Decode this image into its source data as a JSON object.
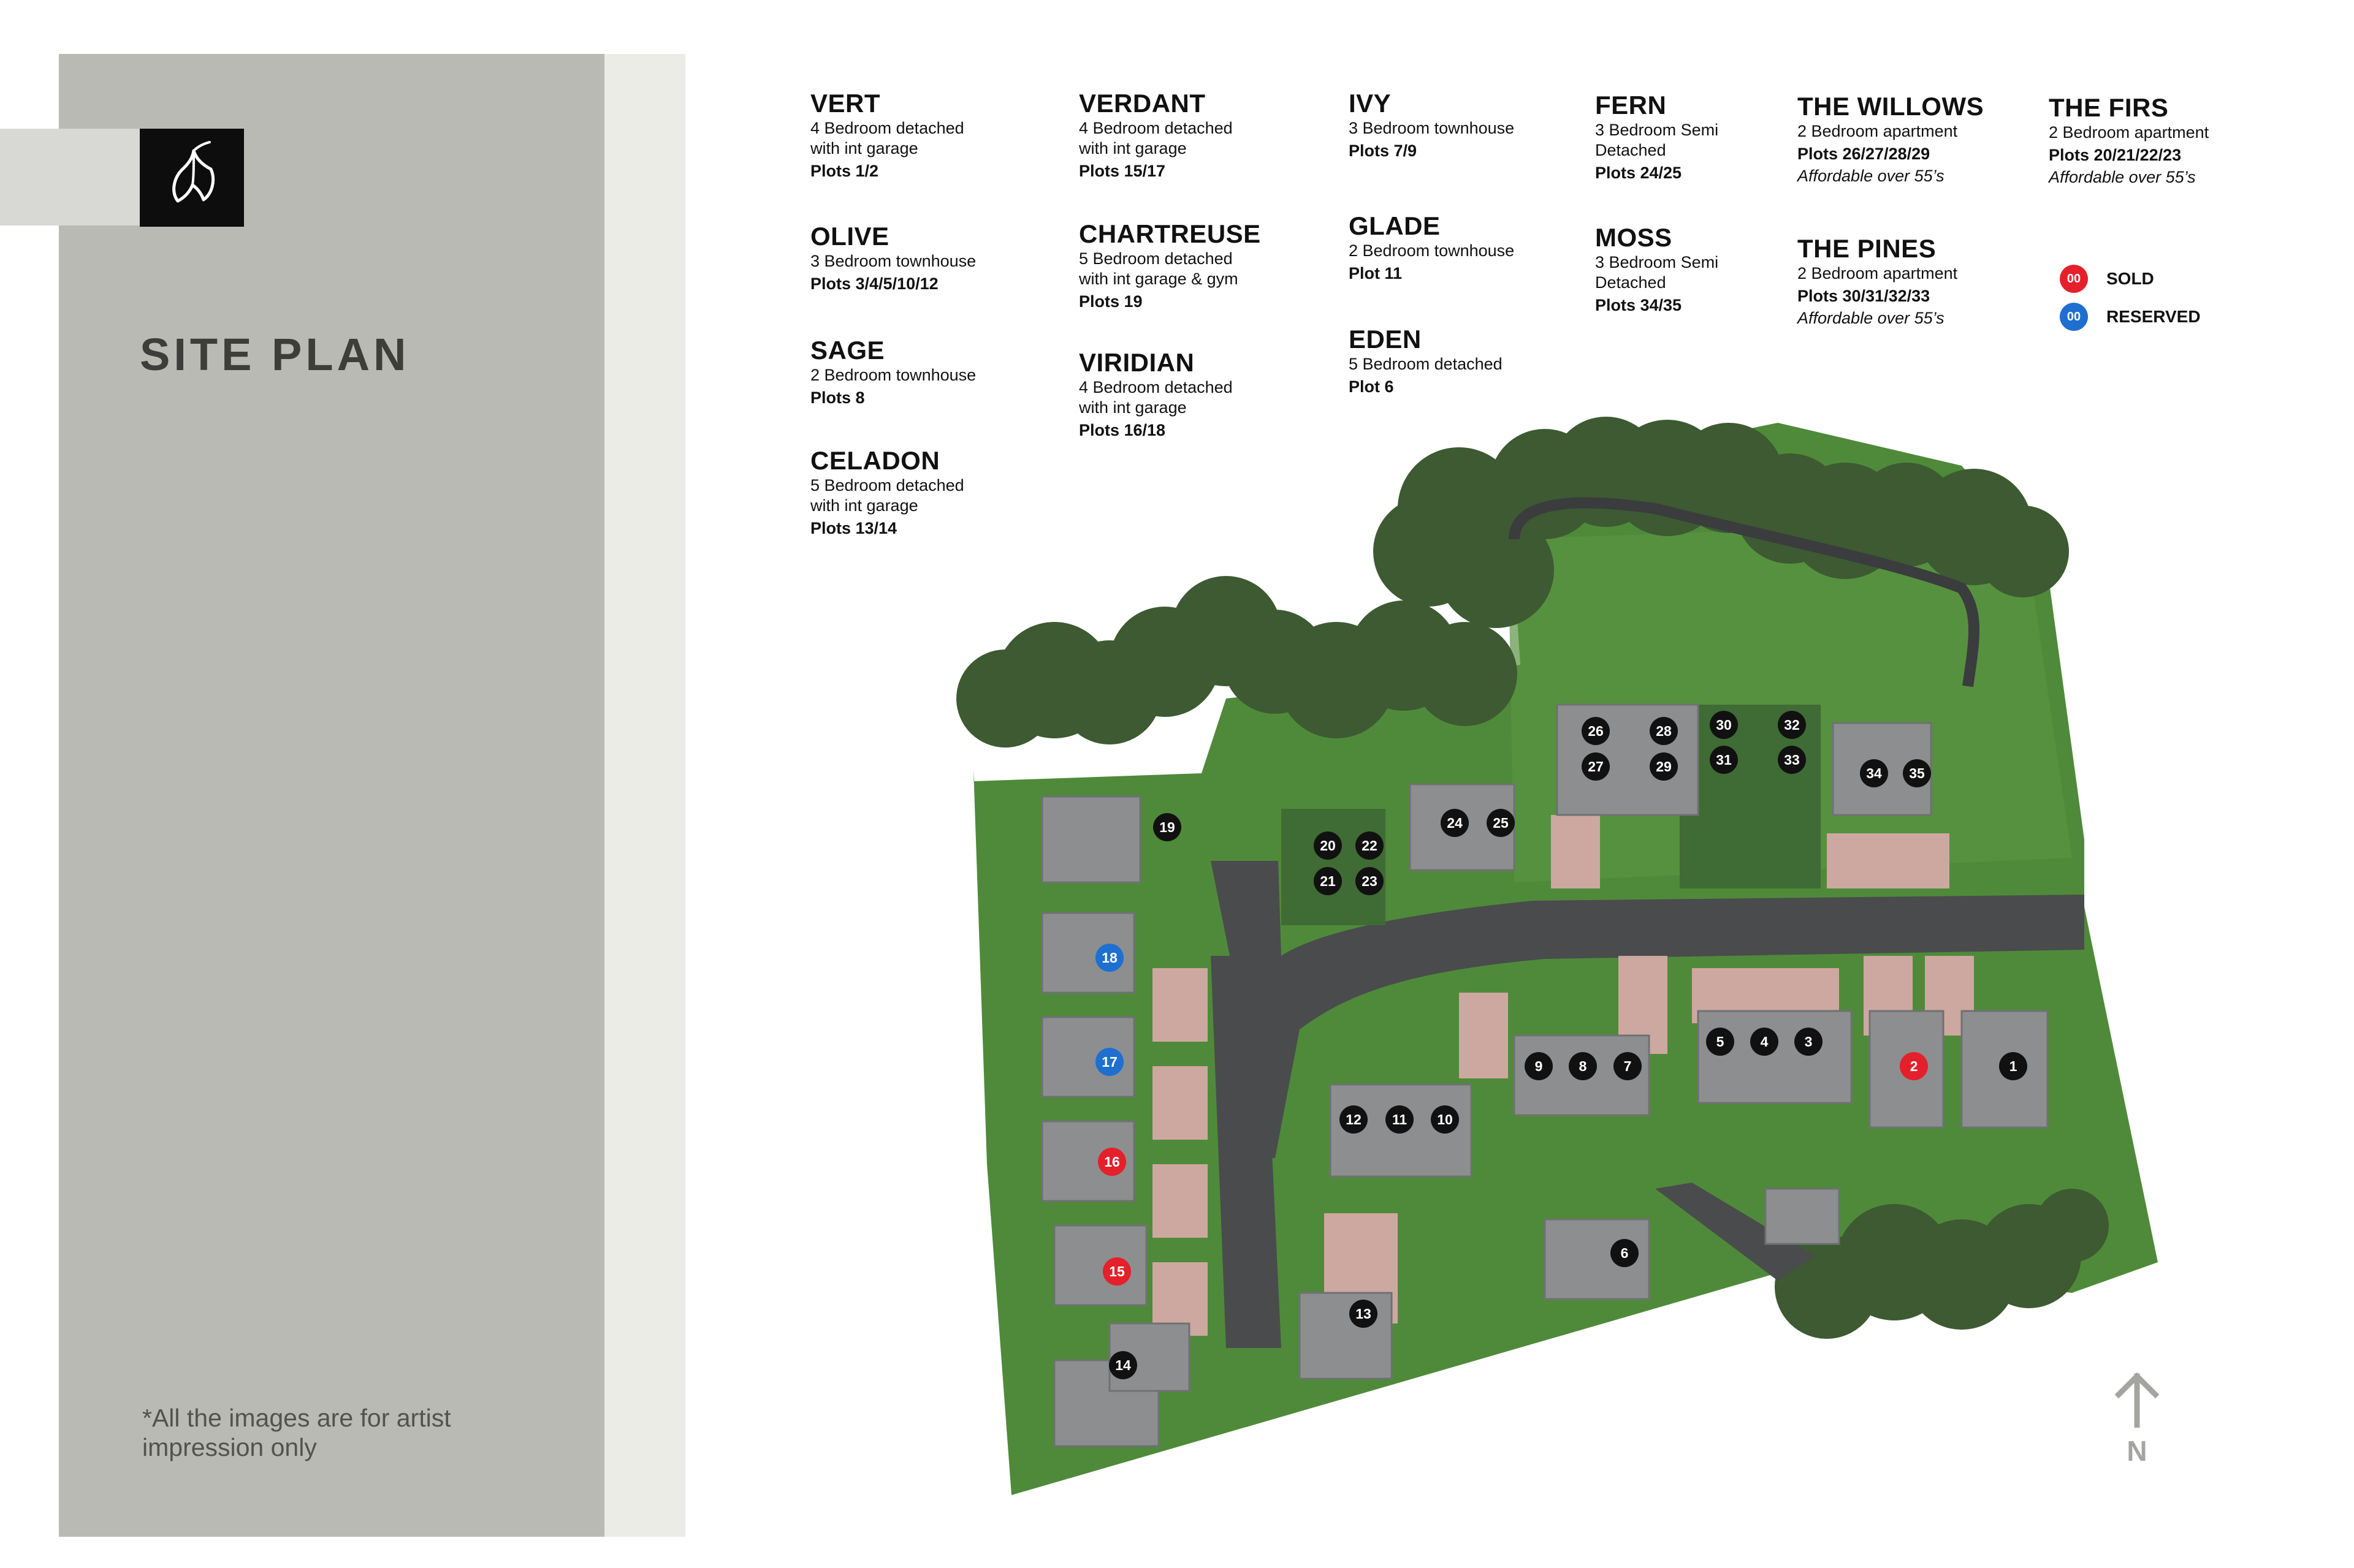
{
  "page": {
    "title": "SITE PLAN",
    "disclaimer": "*All the images are for artist impression only",
    "north_label": "N"
  },
  "house_types": [
    {
      "name": "VERT",
      "desc": [
        "4 Bedroom detached",
        "with int garage"
      ],
      "plots": "Plots 1/2",
      "note": ""
    },
    {
      "name": "OLIVE",
      "desc": [
        "3 Bedroom townhouse"
      ],
      "plots": "Plots 3/4/5/10/12",
      "note": ""
    },
    {
      "name": "SAGE",
      "desc": [
        "2 Bedroom townhouse"
      ],
      "plots": "Plots 8",
      "note": ""
    },
    {
      "name": "CELADON",
      "desc": [
        "5 Bedroom detached",
        "with int garage"
      ],
      "plots": "Plots 13/14",
      "note": ""
    },
    {
      "name": "VERDANT",
      "desc": [
        "4 Bedroom detached",
        "with int garage"
      ],
      "plots": "Plots 15/17",
      "note": ""
    },
    {
      "name": "CHARTREUSE",
      "desc": [
        "5 Bedroom detached",
        "with int garage & gym"
      ],
      "plots": "Plots 19",
      "note": ""
    },
    {
      "name": "VIRIDIAN",
      "desc": [
        "4 Bedroom detached",
        "with int garage"
      ],
      "plots": "Plots 16/18",
      "note": ""
    },
    {
      "name": "IVY",
      "desc": [
        "3 Bedroom townhouse"
      ],
      "plots": "Plots 7/9",
      "note": ""
    },
    {
      "name": "GLADE",
      "desc": [
        "2 Bedroom townhouse"
      ],
      "plots": "Plot 11",
      "note": ""
    },
    {
      "name": "EDEN",
      "desc": [
        "5 Bedroom detached"
      ],
      "plots": "Plot 6",
      "note": ""
    },
    {
      "name": "FERN",
      "desc": [
        "3 Bedroom Semi",
        "Detached"
      ],
      "plots": "Plots 24/25",
      "note": ""
    },
    {
      "name": "MOSS",
      "desc": [
        "3 Bedroom Semi",
        "Detached"
      ],
      "plots": "Plots 34/35",
      "note": ""
    },
    {
      "name": "THE WILLOWS",
      "desc": [
        "2 Bedroom apartment"
      ],
      "plots": "Plots 26/27/28/29",
      "note": "Affordable over 55’s"
    },
    {
      "name": "THE PINES",
      "desc": [
        "2 Bedroom apartment"
      ],
      "plots": "Plots 30/31/32/33",
      "note": "Affordable over 55’s"
    },
    {
      "name": "THE FIRS",
      "desc": [
        "2 Bedroom apartment"
      ],
      "plots": "Plots 20/21/22/23",
      "note": "Affordable over 55’s"
    }
  ],
  "legend": [
    {
      "marker": "00",
      "label": "SOLD",
      "color": "#e4202b"
    },
    {
      "marker": "00",
      "label": "RESERVED",
      "color": "#1e6fd0"
    }
  ],
  "plot_markers": [
    {
      "n": "1",
      "status": "available"
    },
    {
      "n": "2",
      "status": "sold"
    },
    {
      "n": "3",
      "status": "available"
    },
    {
      "n": "4",
      "status": "available"
    },
    {
      "n": "5",
      "status": "available"
    },
    {
      "n": "6",
      "status": "available"
    },
    {
      "n": "7",
      "status": "available"
    },
    {
      "n": "8",
      "status": "available"
    },
    {
      "n": "9",
      "status": "available"
    },
    {
      "n": "10",
      "status": "available"
    },
    {
      "n": "11",
      "status": "available"
    },
    {
      "n": "12",
      "status": "available"
    },
    {
      "n": "13",
      "status": "available"
    },
    {
      "n": "14",
      "status": "available"
    },
    {
      "n": "15",
      "status": "sold"
    },
    {
      "n": "16",
      "status": "sold"
    },
    {
      "n": "17",
      "status": "reserved"
    },
    {
      "n": "18",
      "status": "reserved"
    },
    {
      "n": "19",
      "status": "available"
    },
    {
      "n": "20",
      "status": "available"
    },
    {
      "n": "21",
      "status": "available"
    },
    {
      "n": "22",
      "status": "available"
    },
    {
      "n": "23",
      "status": "available"
    },
    {
      "n": "24",
      "status": "available"
    },
    {
      "n": "25",
      "status": "available"
    },
    {
      "n": "26",
      "status": "available"
    },
    {
      "n": "27",
      "status": "available"
    },
    {
      "n": "28",
      "status": "available"
    },
    {
      "n": "29",
      "status": "available"
    },
    {
      "n": "30",
      "status": "available"
    },
    {
      "n": "31",
      "status": "available"
    },
    {
      "n": "32",
      "status": "available"
    },
    {
      "n": "33",
      "status": "available"
    },
    {
      "n": "34",
      "status": "available"
    },
    {
      "n": "35",
      "status": "available"
    }
  ],
  "colors": {
    "sold": "#e4202b",
    "reserved": "#1e6fd0",
    "available": "#111111",
    "sidebar": "#b9bab3",
    "grass": "#4f8a3a",
    "road": "#4a4b4d",
    "trees": "#3d5a32"
  }
}
